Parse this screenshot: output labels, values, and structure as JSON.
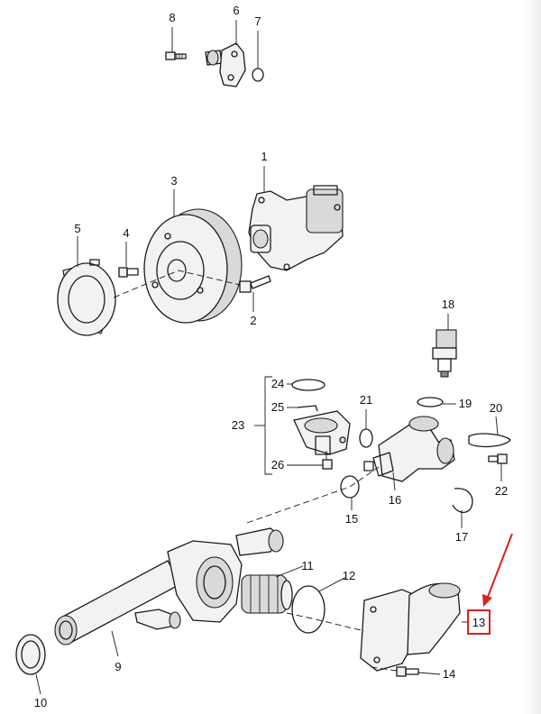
{
  "callouts": [
    {
      "id": "1",
      "label": "1"
    },
    {
      "id": "2",
      "label": "2"
    },
    {
      "id": "3",
      "label": "3"
    },
    {
      "id": "4",
      "label": "4"
    },
    {
      "id": "5",
      "label": "5"
    },
    {
      "id": "6",
      "label": "6"
    },
    {
      "id": "7",
      "label": "7"
    },
    {
      "id": "8",
      "label": "8"
    },
    {
      "id": "9",
      "label": "9"
    },
    {
      "id": "10",
      "label": "10"
    },
    {
      "id": "11",
      "label": "11"
    },
    {
      "id": "12",
      "label": "12"
    },
    {
      "id": "13",
      "label": "13"
    },
    {
      "id": "14",
      "label": "14"
    },
    {
      "id": "15",
      "label": "15"
    },
    {
      "id": "16",
      "label": "16"
    },
    {
      "id": "17",
      "label": "17"
    },
    {
      "id": "18",
      "label": "18"
    },
    {
      "id": "19",
      "label": "19"
    },
    {
      "id": "20",
      "label": "20"
    },
    {
      "id": "21",
      "label": "21"
    },
    {
      "id": "22",
      "label": "22"
    },
    {
      "id": "23",
      "label": "23"
    },
    {
      "id": "24",
      "label": "24"
    },
    {
      "id": "25",
      "label": "25"
    },
    {
      "id": "26",
      "label": "26"
    }
  ],
  "highlight": {
    "callout": "13",
    "color": "#d6221c"
  }
}
